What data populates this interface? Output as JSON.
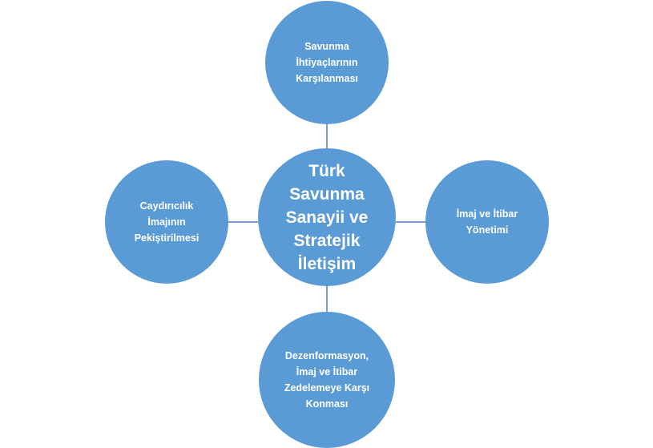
{
  "diagram": {
    "center": {
      "lines": [
        "Türk",
        "Savunma",
        "Sanayii ve",
        "Stratejik",
        "İletişim"
      ]
    },
    "top": {
      "lines": [
        "Savunma",
        "İhtiyaçlarının",
        "Karşılanması"
      ]
    },
    "left": {
      "lines": [
        "Caydırıcılık",
        "İmajının",
        "Pekiştirilmesi"
      ]
    },
    "right": {
      "lines": [
        "İmaj ve İtibar",
        "Yönetimi"
      ]
    },
    "bottom": {
      "lines": [
        "Dezenformasyon,",
        "İmaj ve İtibar",
        "Zedelemeye Karşı",
        "Konması"
      ]
    },
    "colors": {
      "node_fill": "#5b9bd5",
      "connector": "#4a7ebb"
    }
  }
}
